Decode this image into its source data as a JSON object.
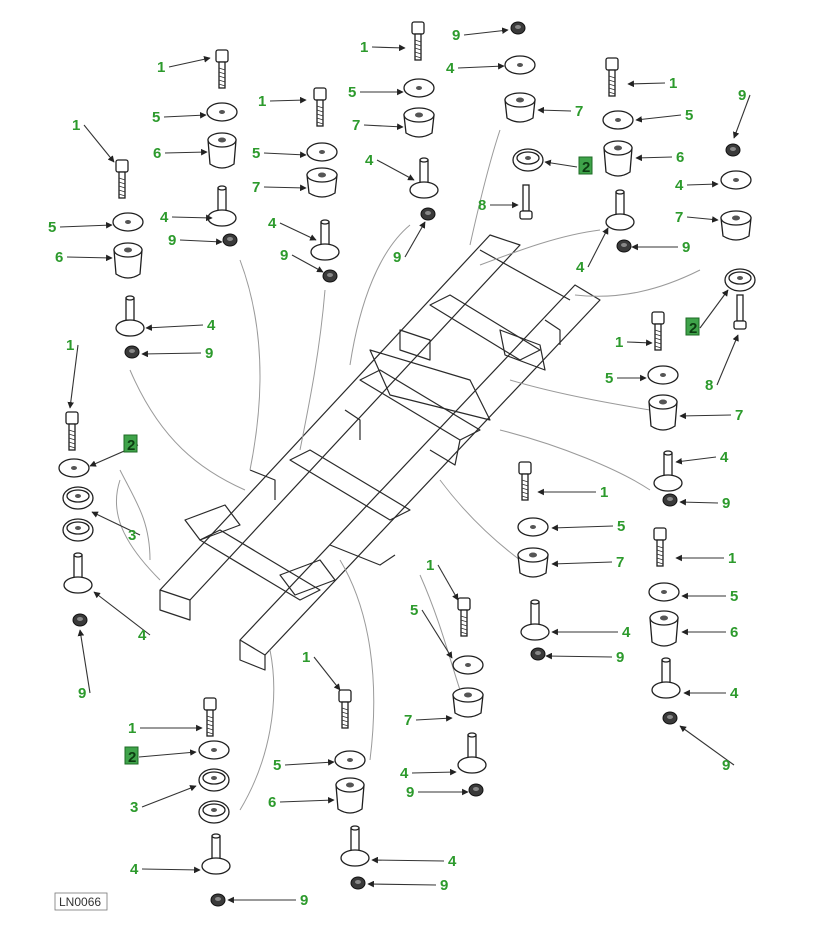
{
  "figure_ref": "LN0066",
  "callouts": [
    "1",
    "2",
    "3",
    "4",
    "5",
    "6",
    "7",
    "8",
    "9"
  ],
  "colors": {
    "callout": "#2c9a2c",
    "highlight_box": "#3fa34a",
    "line": "#1f1f1f"
  }
}
